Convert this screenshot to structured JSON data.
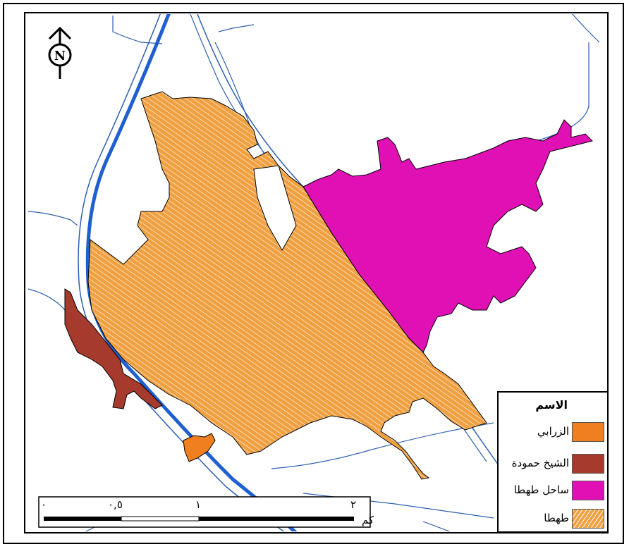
{
  "map": {
    "north_arrow": {
      "label": "N"
    },
    "legend": {
      "title": "الاسم",
      "items": [
        {
          "label": "الزرابي",
          "color": "#F07F1F",
          "pattern": "solid"
        },
        {
          "label": "الشيخ حمودة",
          "color": "#A63A2C",
          "pattern": "solid"
        },
        {
          "label": "ساحل طهطا",
          "color": "#E010B4",
          "pattern": "solid"
        },
        {
          "label": "طهطا",
          "color": "#F0A040",
          "pattern": "hatched"
        }
      ]
    },
    "scale_bar": {
      "unit": "كم",
      "ticks": [
        "٠",
        "٠,٥",
        "١",
        "٢"
      ]
    },
    "colors": {
      "waterway": "#1F5FCF",
      "road": "#2E5FB0",
      "hatch_line": "#FFFFFF",
      "boundary": "#000000"
    }
  }
}
